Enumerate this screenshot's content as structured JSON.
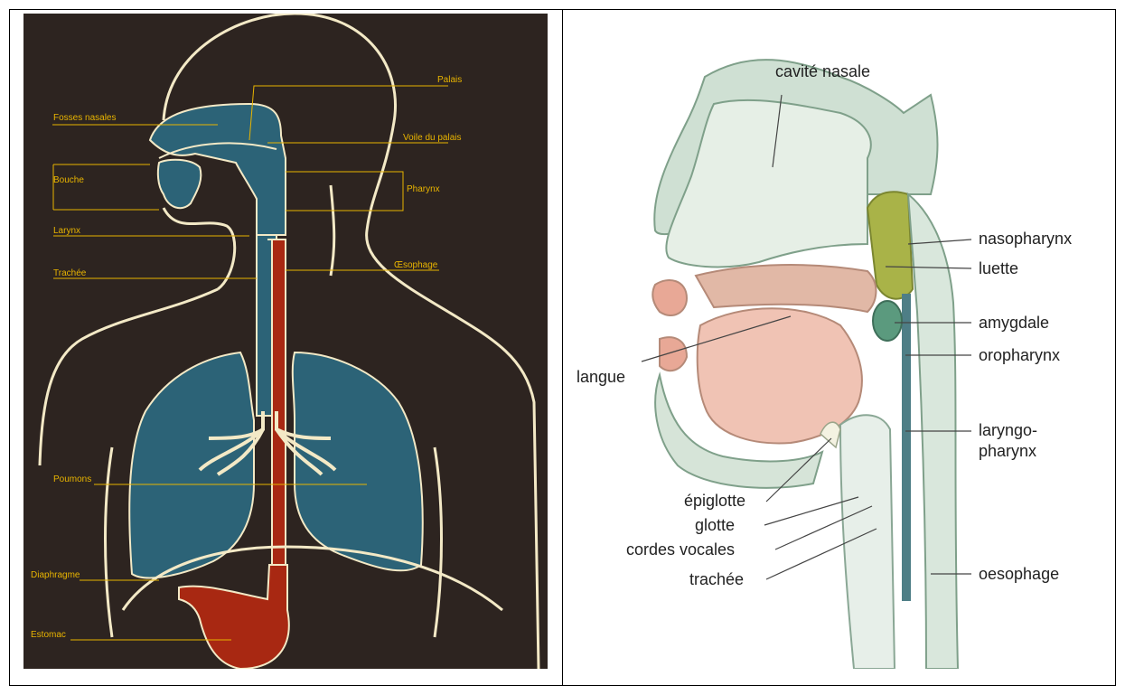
{
  "left_diagram": {
    "labels": {
      "fosses_nasales": "Fosses nasales",
      "bouche": "Bouche",
      "larynx": "Larynx",
      "trachee": "Trachée",
      "poumons": "Poumons",
      "diaphragme": "Diaphragme",
      "estomac": "Estomac",
      "palais": "Palais",
      "voile_du_palais": "Voile du palais",
      "pharynx": "Pharynx",
      "oesophage": "Œsophage"
    },
    "colors": {
      "background": "#2d2420",
      "airway": "#2c6377",
      "digestive": "#a82812",
      "outline": "#f3e9c6",
      "label": "#e8b400"
    }
  },
  "right_diagram": {
    "labels": {
      "cavite_nasale": "cavité nasale",
      "nasopharynx": "nasopharynx",
      "luette": "luette",
      "amygdale": "amygdale",
      "oropharynx": "oropharynx",
      "laryngo_line1": "laryngo-",
      "laryngo_line2": "pharynx",
      "langue": "langue",
      "epiglotte": "épiglotte",
      "glotte": "glotte",
      "cordes_vocales": "cordes vocales",
      "trachee": "trachée",
      "oesophage": "oesophage"
    }
  }
}
